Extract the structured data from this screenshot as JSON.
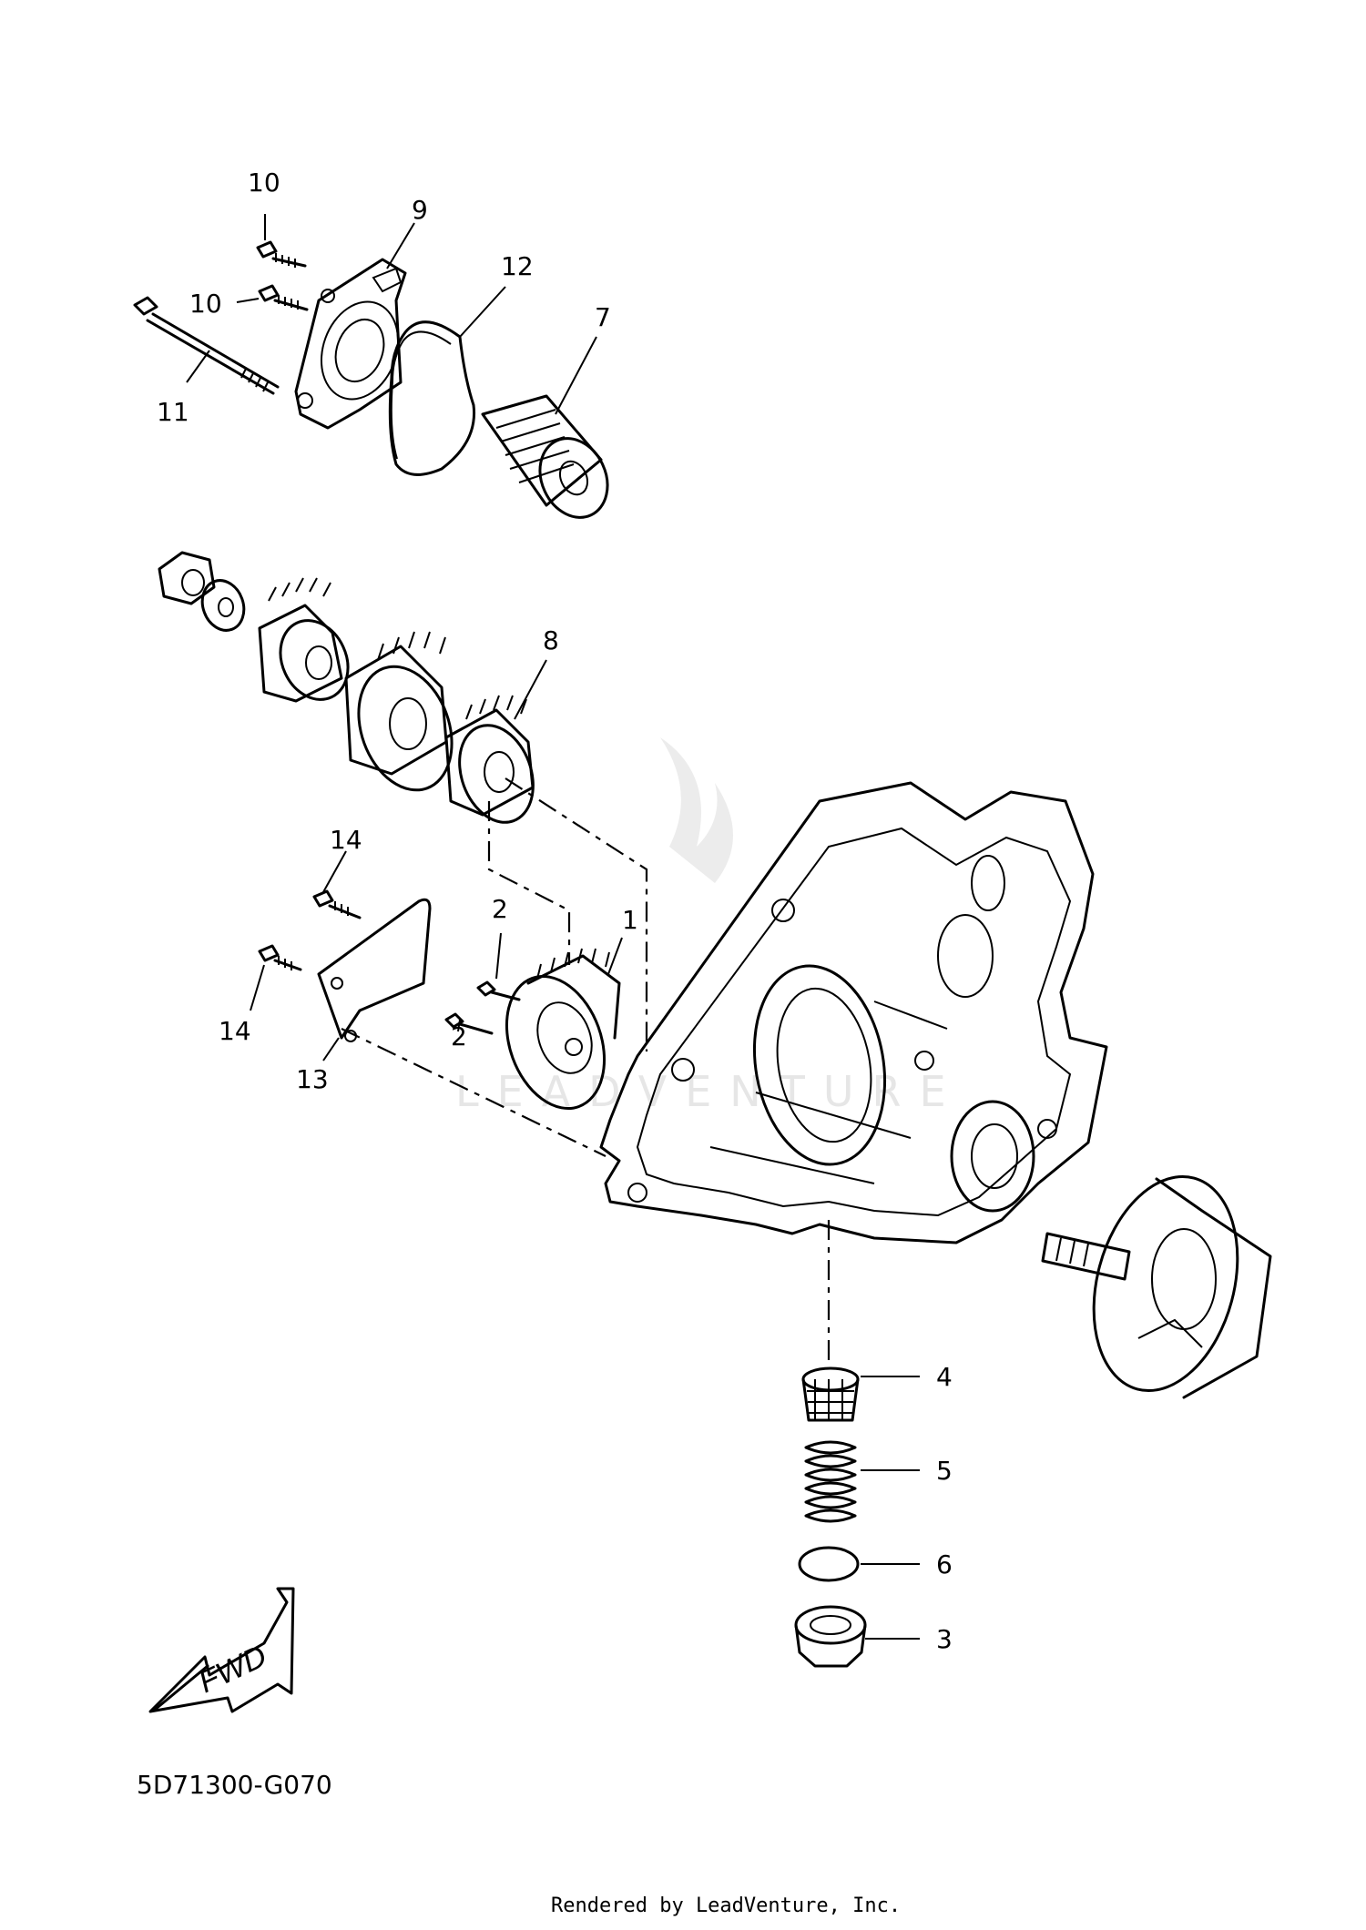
{
  "diagram_code": "5D71300-G070",
  "footer": "Rendered by LeadVenture, Inc.",
  "fwd_label": "FWD",
  "callouts": {
    "c1": "1",
    "c2a": "2",
    "c2b": "2",
    "c3": "3",
    "c4": "4",
    "c5": "5",
    "c6": "6",
    "c7": "7",
    "c8": "8",
    "c9": "9",
    "c10a": "10",
    "c10b": "10",
    "c11": "11",
    "c12": "12",
    "c13": "13",
    "c14a": "14",
    "c14b": "14"
  }
}
